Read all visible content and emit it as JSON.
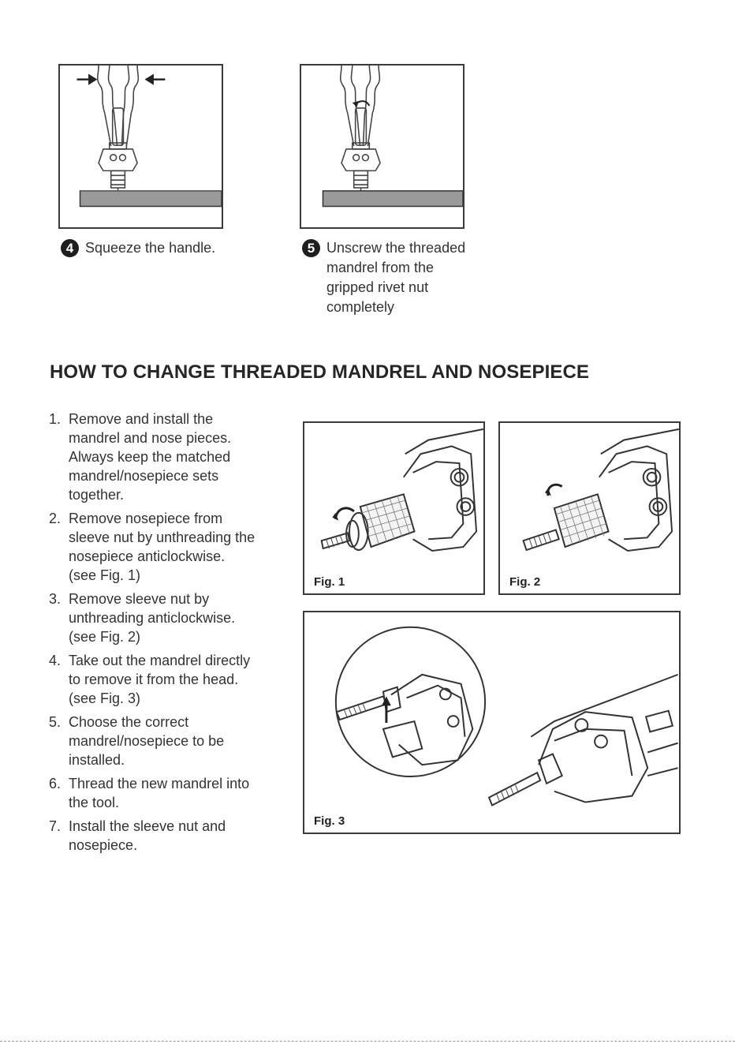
{
  "top_steps": [
    {
      "number": "4",
      "text": "Squeeze the handle."
    },
    {
      "number": "5",
      "text": "Unscrew the threaded\nmandrel from the\ngripped rivet nut\ncompletely"
    }
  ],
  "section": {
    "title": "HOW TO CHANGE THREADED MANDREL AND NOSEPIECE",
    "instructions": [
      {
        "num": "1.",
        "text": "Remove and install the\nmandrel and nose pieces.\nAlways keep the matched\nmandrel/nosepiece sets\ntogether."
      },
      {
        "num": "2.",
        "text": "Remove nosepiece from\nsleeve nut by unthreading the\nnosepiece anticlockwise.\n(see Fig. 1)"
      },
      {
        "num": "3.",
        "text": "Remove sleeve nut by\nunthreading anticlockwise.\n(see Fig. 2)"
      },
      {
        "num": "4.",
        "text": "Take out the mandrel directly\nto remove it from the head.\n(see Fig. 3)"
      },
      {
        "num": "5.",
        "text": "Choose the correct\nmandrel/nosepiece to be\ninstalled."
      },
      {
        "num": "6.",
        "text": "Thread the new mandrel into\nthe tool."
      },
      {
        "num": "7.",
        "text": "Install the sleeve nut and\nnosepiece."
      }
    ]
  },
  "figures": {
    "fig1": "Fig. 1",
    "fig2": "Fig. 2",
    "fig3": "Fig. 3"
  }
}
